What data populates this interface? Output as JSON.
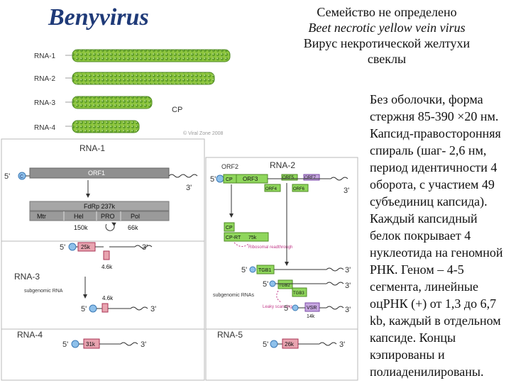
{
  "title": "Benyvirus",
  "header": {
    "line1": "Семейство не определено",
    "line2": "Beet necrotic yellow vein virus",
    "line3": "Вирус некротической желтухи",
    "line4": "свеклы"
  },
  "description_lines": [
    "Без оболочки, форма",
    "стержня 85-390 ×20 нм.",
    "Капсид-правосторонняя",
    "спираль (шаг- 2,6 нм,",
    "период идентичности 4",
    "оборота, с участием 49",
    "субъединиц капсида).",
    "Каждый капсидный",
    "белок покрывает 4",
    "нуклеотида на геномной",
    "РНК. Геном – 4-5",
    "сегмента, линейные",
    "оцРНК (+) от 1,3 до 6,7",
    "kb, каждый в отдельном",
    "капсиде. Концы",
    "кэпированы и",
    "полиаденилированы."
  ],
  "rods": {
    "labels": [
      "RNA-1",
      "RNA-2",
      "RNA-3",
      "RNA-4"
    ],
    "cp_label": "CP",
    "copyright": "© Viral Zone 2008"
  },
  "diagram": {
    "cap": "C",
    "five_prime": "5'",
    "three_prime": "3'",
    "rna1": {
      "label": "RNA-1",
      "orf": "ORF1",
      "product": "FdRp 237k",
      "domains": [
        "Mtr",
        "Hel",
        "PRO",
        "Pol"
      ],
      "sizes": [
        "150k",
        "66k"
      ]
    },
    "rna2": {
      "label": "RNA-2",
      "orfs": [
        "ORF2",
        "ORF3",
        "ORF5",
        "ORF7",
        "ORF4",
        "ORF6"
      ],
      "cp": "CP",
      "cp_rt": "CP-RT",
      "rt_size": "75k",
      "readthrough": "Ribosomal readthrough",
      "subgenomic": "subgenomic RNAs",
      "leaky": "Leaky scanning",
      "tgb1": "TGB1",
      "tgb2": "TGB2",
      "tgb3": "TGB3",
      "vsr": "VSR",
      "vsr_size": "14k"
    },
    "rna3": {
      "label": "RNA-3",
      "p25": "25k",
      "p4": "4.6k",
      "subgenomic": "subgenomic RNA",
      "p4b": "4.6k"
    },
    "rna4": {
      "label": "RNA-4",
      "p31": "31k"
    },
    "rna5": {
      "label": "RNA-5",
      "p26": "26k"
    }
  }
}
